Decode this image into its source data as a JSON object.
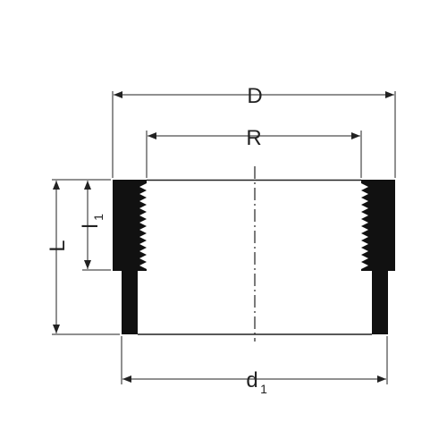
{
  "drawing": {
    "labels": {
      "outer_diameter": "D",
      "thread_size": "R",
      "total_length": "L",
      "thread_length_main": "l",
      "thread_length_sub": "1",
      "socket_diameter_main": "d",
      "socket_diameter_sub": "1"
    },
    "colors": {
      "line": "#222222",
      "fill": "#111111",
      "background": "#ffffff"
    }
  }
}
